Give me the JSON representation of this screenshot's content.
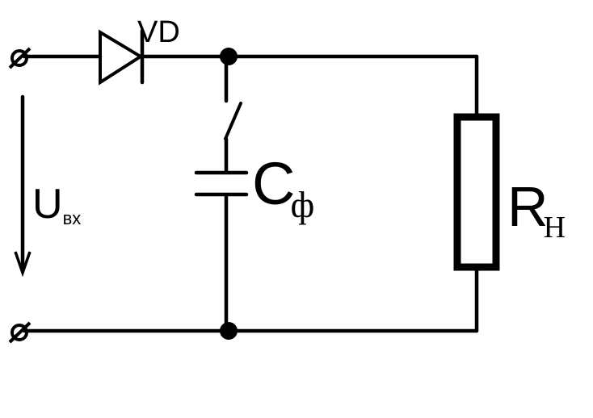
{
  "labels": {
    "diode": "VD",
    "input_voltage_main": "U",
    "input_voltage_sub": "вх",
    "capacitor_main": "C",
    "capacitor_sub": "ф",
    "load_main": "R",
    "load_sub": "Н"
  },
  "colors": {
    "ink": "#000000",
    "background": "#ffffff"
  }
}
